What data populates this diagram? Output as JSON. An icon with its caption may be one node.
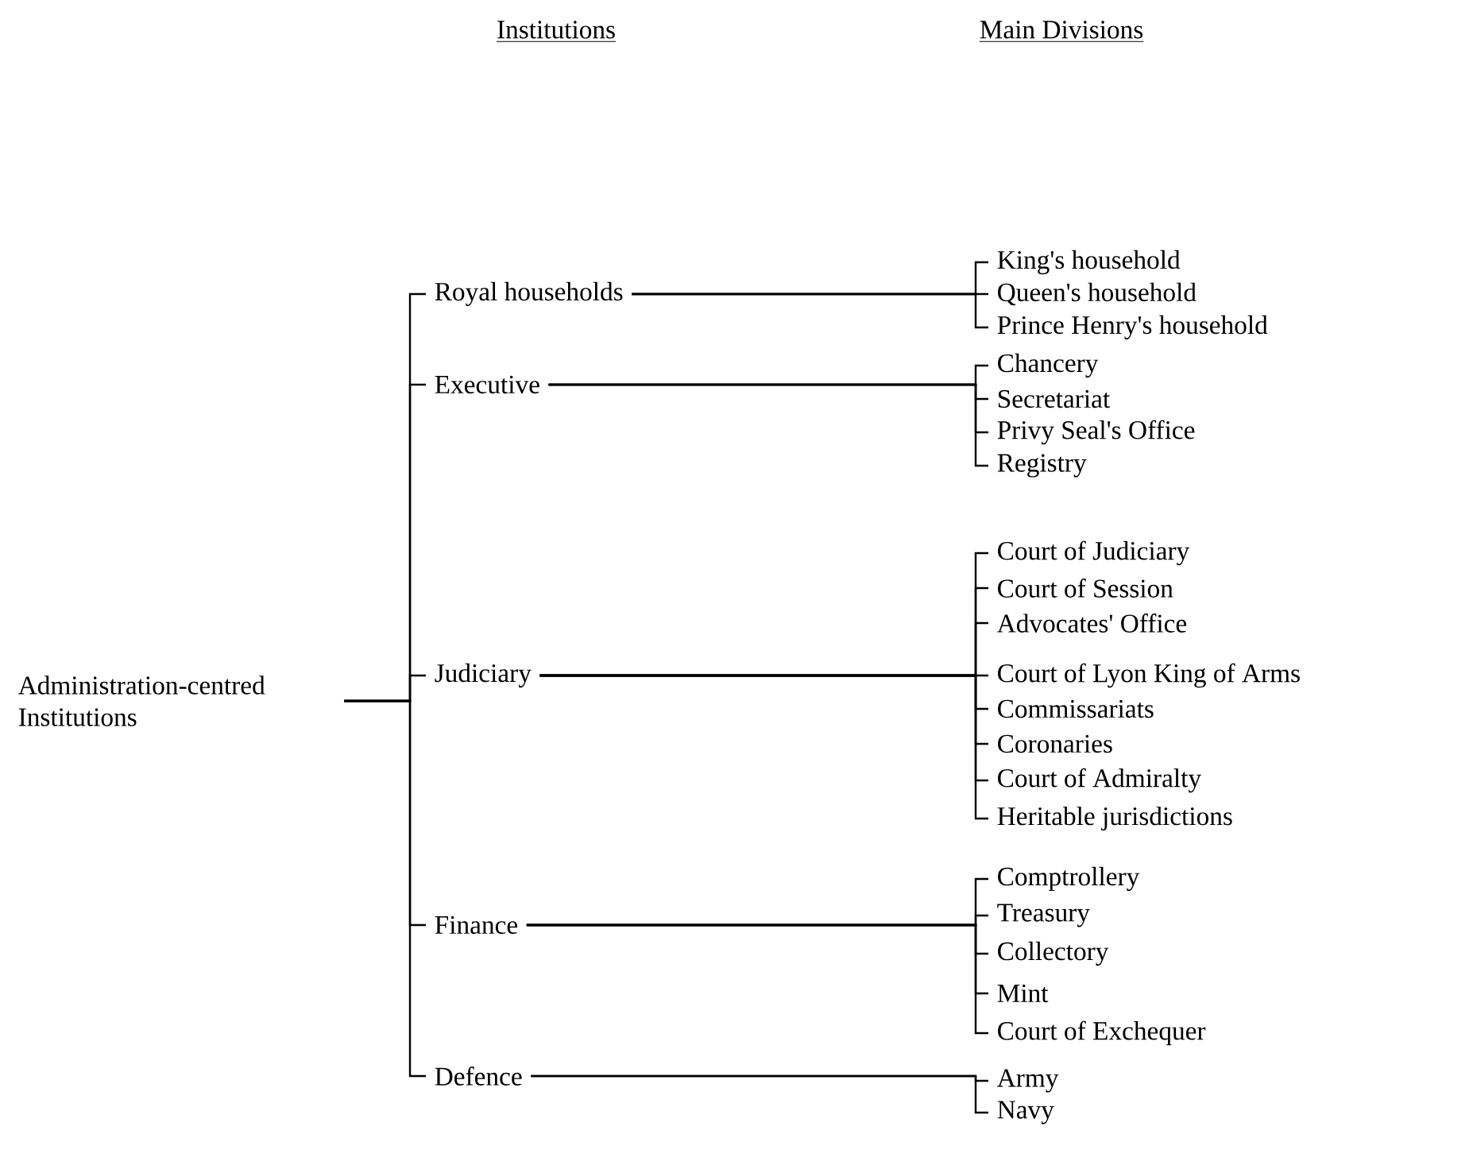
{
  "diagram": {
    "nodes": [
      {
        "text": [
          "Administration-centred Institutions"
        ]
      },
      {
        "text": [
          "Royal households"
        ]
      },
      {
        "text": [
          "Executive"
        ]
      },
      {
        "text": [
          "Judiciary"
        ]
      },
      {
        "text": [
          "Finance"
        ]
      },
      {
        "text": [
          "Defence"
        ]
      },
      {
        "text": [
          "King's household"
        ]
      },
      {
        "text": [
          "Queen's household"
        ]
      },
      {
        "text": [
          "Prince Henry's household"
        ]
      },
      {
        "text": [
          "Chancery"
        ]
      },
      {
        "text": [
          "Secretariat"
        ]
      },
      {
        "text": [
          "Privy Seal's Office"
        ]
      },
      {
        "text": [
          "Registry"
        ]
      },
      {
        "text": [
          "Court of Judiciary"
        ]
      },
      {
        "text": [
          "Court of Session"
        ]
      },
      {
        "text": [
          "Advocates' Office"
        ]
      },
      {
        "text": [
          "Court of Lyon King of Arms"
        ]
      },
      {
        "text": [
          "Commissariats"
        ]
      },
      {
        "text": [
          "Coronaries"
        ]
      },
      {
        "text": [
          "Court of Admiralty"
        ]
      },
      {
        "text": [
          "Heritable jurisdictions"
        ]
      },
      {
        "text": [
          "Comptrollery"
        ]
      },
      {
        "text": [
          "Treasury"
        ]
      },
      {
        "text": [
          "Collectory"
        ]
      },
      {
        "text": [
          "Mint"
        ]
      },
      {
        "text": [
          "Court of Exchequer"
        ]
      },
      {
        "text": [
          "Army"
        ]
      },
      {
        "text": [
          "Navy"
        ]
      }
    ],
    "edges": [
      {
        "from": 0,
        "to": 1,
        "arrow": "none"
      },
      {
        "from": 0,
        "to": 2,
        "arrow": "none"
      },
      {
        "from": 0,
        "to": 3,
        "arrow": "none"
      },
      {
        "from": 0,
        "to": 4,
        "arrow": "none"
      },
      {
        "from": 0,
        "to": 5,
        "arrow": "none"
      },
      {
        "from": 1,
        "to": 6,
        "arrow": "none"
      },
      {
        "from": 1,
        "to": 7,
        "arrow": "none"
      },
      {
        "from": 1,
        "to": 8,
        "arrow": "none"
      },
      {
        "from": 2,
        "to": 9,
        "arrow": "none"
      },
      {
        "from": 2,
        "to": 10,
        "arrow": "none"
      },
      {
        "from": 2,
        "to": 11,
        "arrow": "none"
      },
      {
        "from": 2,
        "to": 12,
        "arrow": "none"
      },
      {
        "from": 3,
        "to": 13,
        "arrow": "none"
      },
      {
        "from": 3,
        "to": 14,
        "arrow": "none"
      },
      {
        "from": 3,
        "to": 15,
        "arrow": "none"
      },
      {
        "from": 3,
        "to": 16,
        "arrow": "none"
      },
      {
        "from": 3,
        "to": 17,
        "arrow": "none"
      },
      {
        "from": 3,
        "to": 18,
        "arrow": "none"
      },
      {
        "from": 3,
        "to": 19,
        "arrow": "none"
      },
      {
        "from": 3,
        "to": 20,
        "arrow": "none"
      },
      {
        "from": 4,
        "to": 21,
        "arrow": "none"
      },
      {
        "from": 4,
        "to": 22,
        "arrow": "none"
      },
      {
        "from": 4,
        "to": 23,
        "arrow": "none"
      },
      {
        "from": 4,
        "to": 24,
        "arrow": "none"
      },
      {
        "from": 4,
        "to": 25,
        "arrow": "none"
      },
      {
        "from": 5,
        "to": 26,
        "arrow": "none"
      },
      {
        "from": 5,
        "to": 27,
        "arrow": "none"
      }
    ],
    "labels": [
      "Institutions",
      "Main Divisions"
    ]
  }
}
